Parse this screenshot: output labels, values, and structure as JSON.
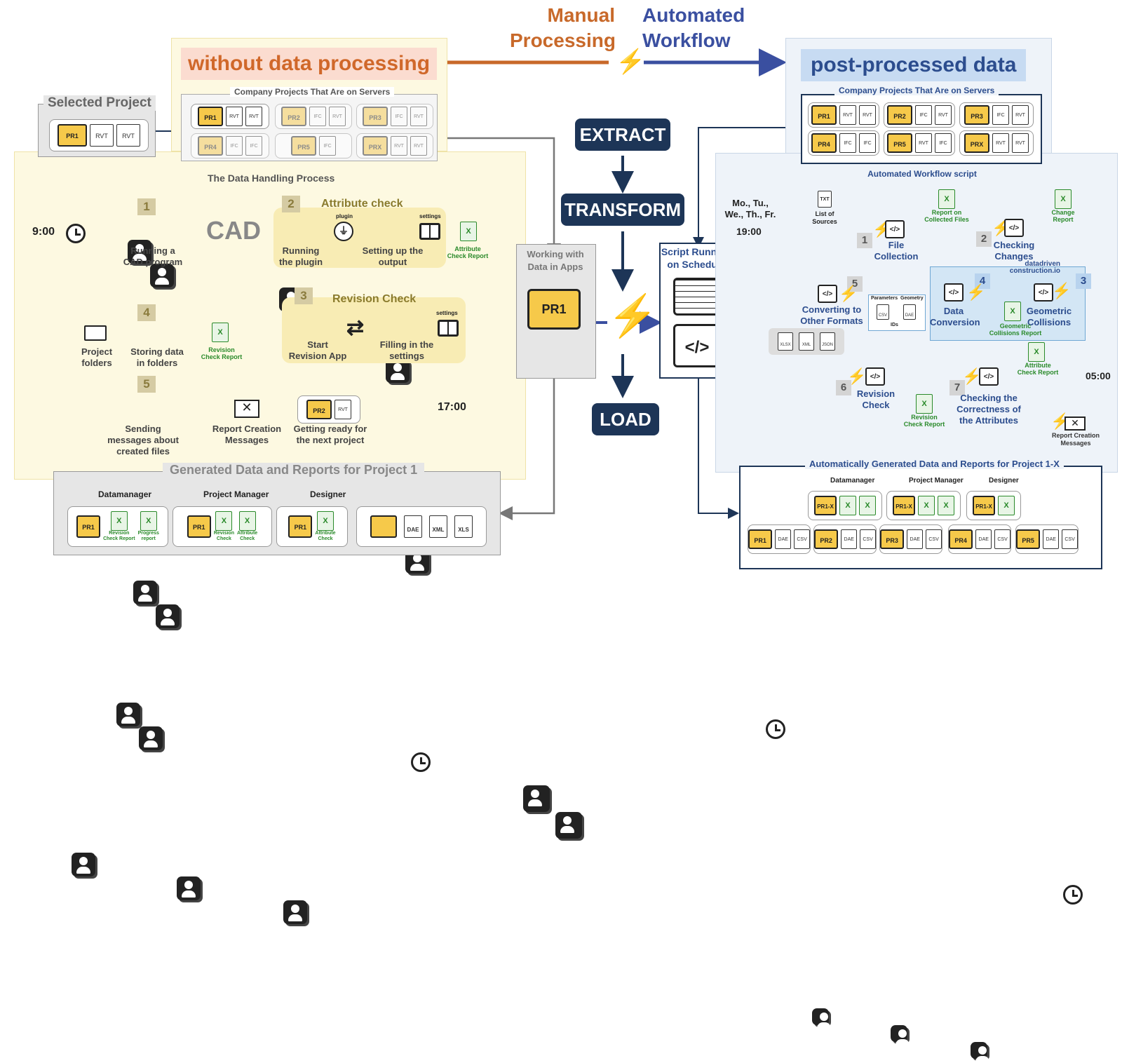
{
  "header": {
    "manual": "Manual\nProcessing",
    "automated": "Automated\nWorkflow",
    "left_title": "without data processing",
    "right_title": "post-processed data"
  },
  "etl": {
    "extract": "EXTRACT",
    "transform": "TRANSFORM",
    "load": "LOAD"
  },
  "left": {
    "selected_project": "Selected Project",
    "company_projects": "Company Projects That Are on Servers",
    "process_title": "The Data Handling Process",
    "time_start": "9:00",
    "time_end": "17:00",
    "cad": "CAD",
    "steps": [
      {
        "num": "1",
        "label": "Running a\nCAD program"
      },
      {
        "num": "2",
        "title": "Attribute check",
        "running": "Running\nthe plugin",
        "plugin": "plugin",
        "setup": "Setting up the\noutput",
        "settings": "settings",
        "report": "Attribute\nCheck Report"
      },
      {
        "num": "3",
        "title": "Revision Check",
        "start": "Start\nRevision App",
        "filling": "Filling in the\nsettings",
        "settings": "settings",
        "report": "Revision\nCheck Report"
      },
      {
        "num": "4",
        "label": "Storing data\nin folders",
        "folders": "Project\nfolders"
      },
      {
        "num": "5",
        "label": "Sending\nmessages about\ncreated files",
        "messages": "Report Creation\nMessages",
        "next": "Getting ready for\nthe next project"
      }
    ],
    "generated_title": "Generated Data and Reports for Project 1",
    "roles": [
      "Datamanager",
      "Project Manager",
      "Designer"
    ],
    "dm_files": [
      "Revision\nCheck Report",
      "Progress\nreport"
    ],
    "pm_files": [
      "Revision\nCheck",
      "Attribute\nCheck"
    ],
    "ds_files": [
      "Attribute\nCheck"
    ],
    "formats": [
      "DAE",
      "XML",
      "XLS"
    ]
  },
  "center": {
    "working": "Working with\nData in Apps",
    "schedule": "Script Running\non Schedule"
  },
  "right": {
    "company_projects": "Company Projects That Are on Servers",
    "workflow_title": "Automated Workflow script",
    "days": "Mo., Tu.,\nWe., Th., Fr.",
    "time_start": "19:00",
    "time_end": "05:00",
    "txt": "TXT",
    "sources": "List of\nSources",
    "steps": [
      {
        "num": "1",
        "label": "File\nCollection",
        "report": "Report on\nCollected Files"
      },
      {
        "num": "2",
        "label": "Checking\nChanges",
        "report": "Change\nReport"
      },
      {
        "num": "3",
        "label": "Geometric\nCollisions",
        "report": "Geometric\nCollisions Report"
      },
      {
        "num": "4",
        "label": "Data\nConversion"
      },
      {
        "num": "5",
        "label": "Converting to\nOther Formats"
      },
      {
        "num": "6",
        "label": "Revision\nCheck",
        "report": "Revision\nCheck Report"
      },
      {
        "num": "7",
        "label": "Checking the\nCorrectness of\nthe Attributes",
        "report": "Attribute\nCheck Report"
      }
    ],
    "brand": "datadriven\nconstruction.io",
    "params": "Parameters",
    "geometry": "Geometry",
    "io": "IDs",
    "csv": "CSV",
    "dae": "DAE",
    "xlsx": "XLSX",
    "xml": "XML",
    "json": "JSON",
    "messages": "Report Creation\nMessages",
    "generated_title": "Automatically Generated Data and Reports for Project 1-X",
    "roles": [
      "Datamanager",
      "Project Manager",
      "Designer"
    ],
    "prx": "PR1-X"
  },
  "projects": [
    "PR1",
    "PR2",
    "PR3",
    "PR4",
    "PR5",
    "PRX"
  ],
  "colors": {
    "manual": "#c8692a",
    "auto": "#3a4fa0",
    "etl": "#1d3557",
    "olive": "#8a7b2d"
  }
}
